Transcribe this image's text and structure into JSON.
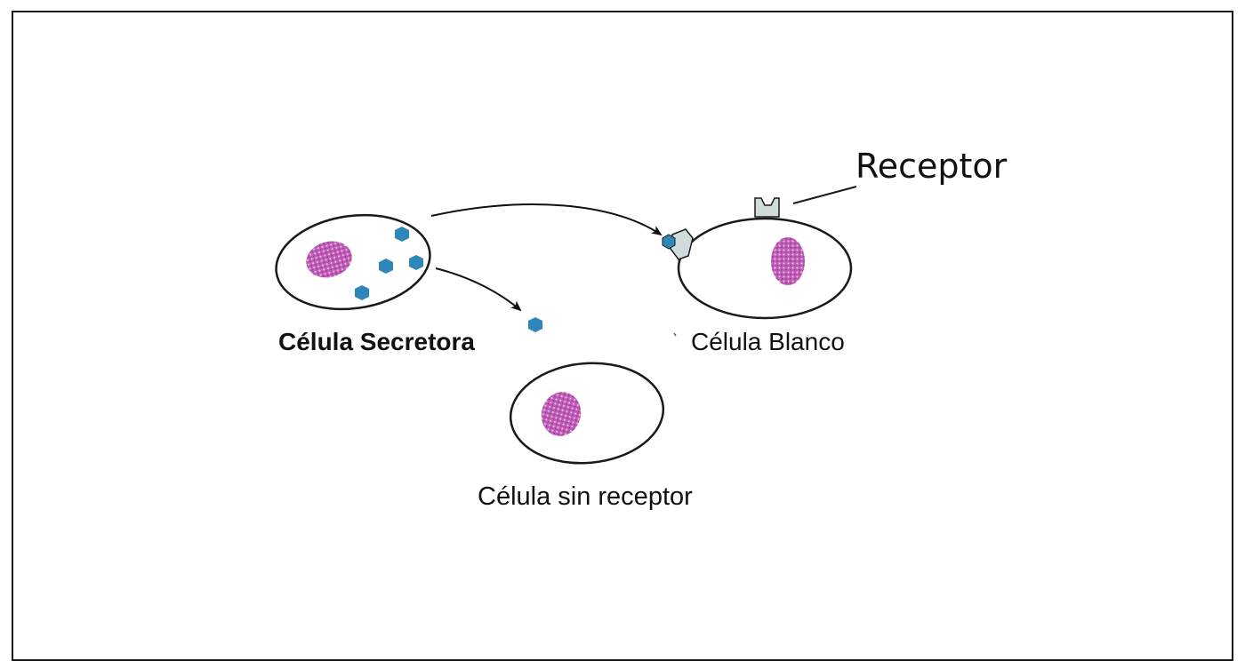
{
  "labels": {
    "secretory_cell": "Célula Secretora",
    "target_cell": "Célula Blanco",
    "cell_without_receptor": "Célula sin receptor",
    "receptor": "Receptor"
  },
  "colors": {
    "membrane": "#1a1a1a",
    "nucleus": "#b24aa8",
    "signal_molecule": "#2f86b8",
    "receptor": "#cfdcdb"
  }
}
